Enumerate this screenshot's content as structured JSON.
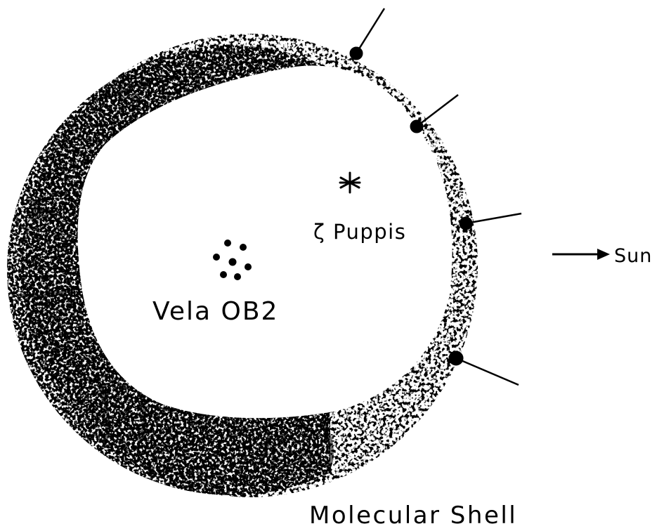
{
  "labels": {
    "zeta_puppis": "ζ Puppis",
    "vela_ob2": "Vela OB2",
    "sun": "Sun",
    "molecular_shell": "Molecular Shell"
  },
  "colors": {
    "ink": "#000000",
    "paper": "#ffffff"
  },
  "icons": {
    "star": "asterisk-star-icon"
  }
}
